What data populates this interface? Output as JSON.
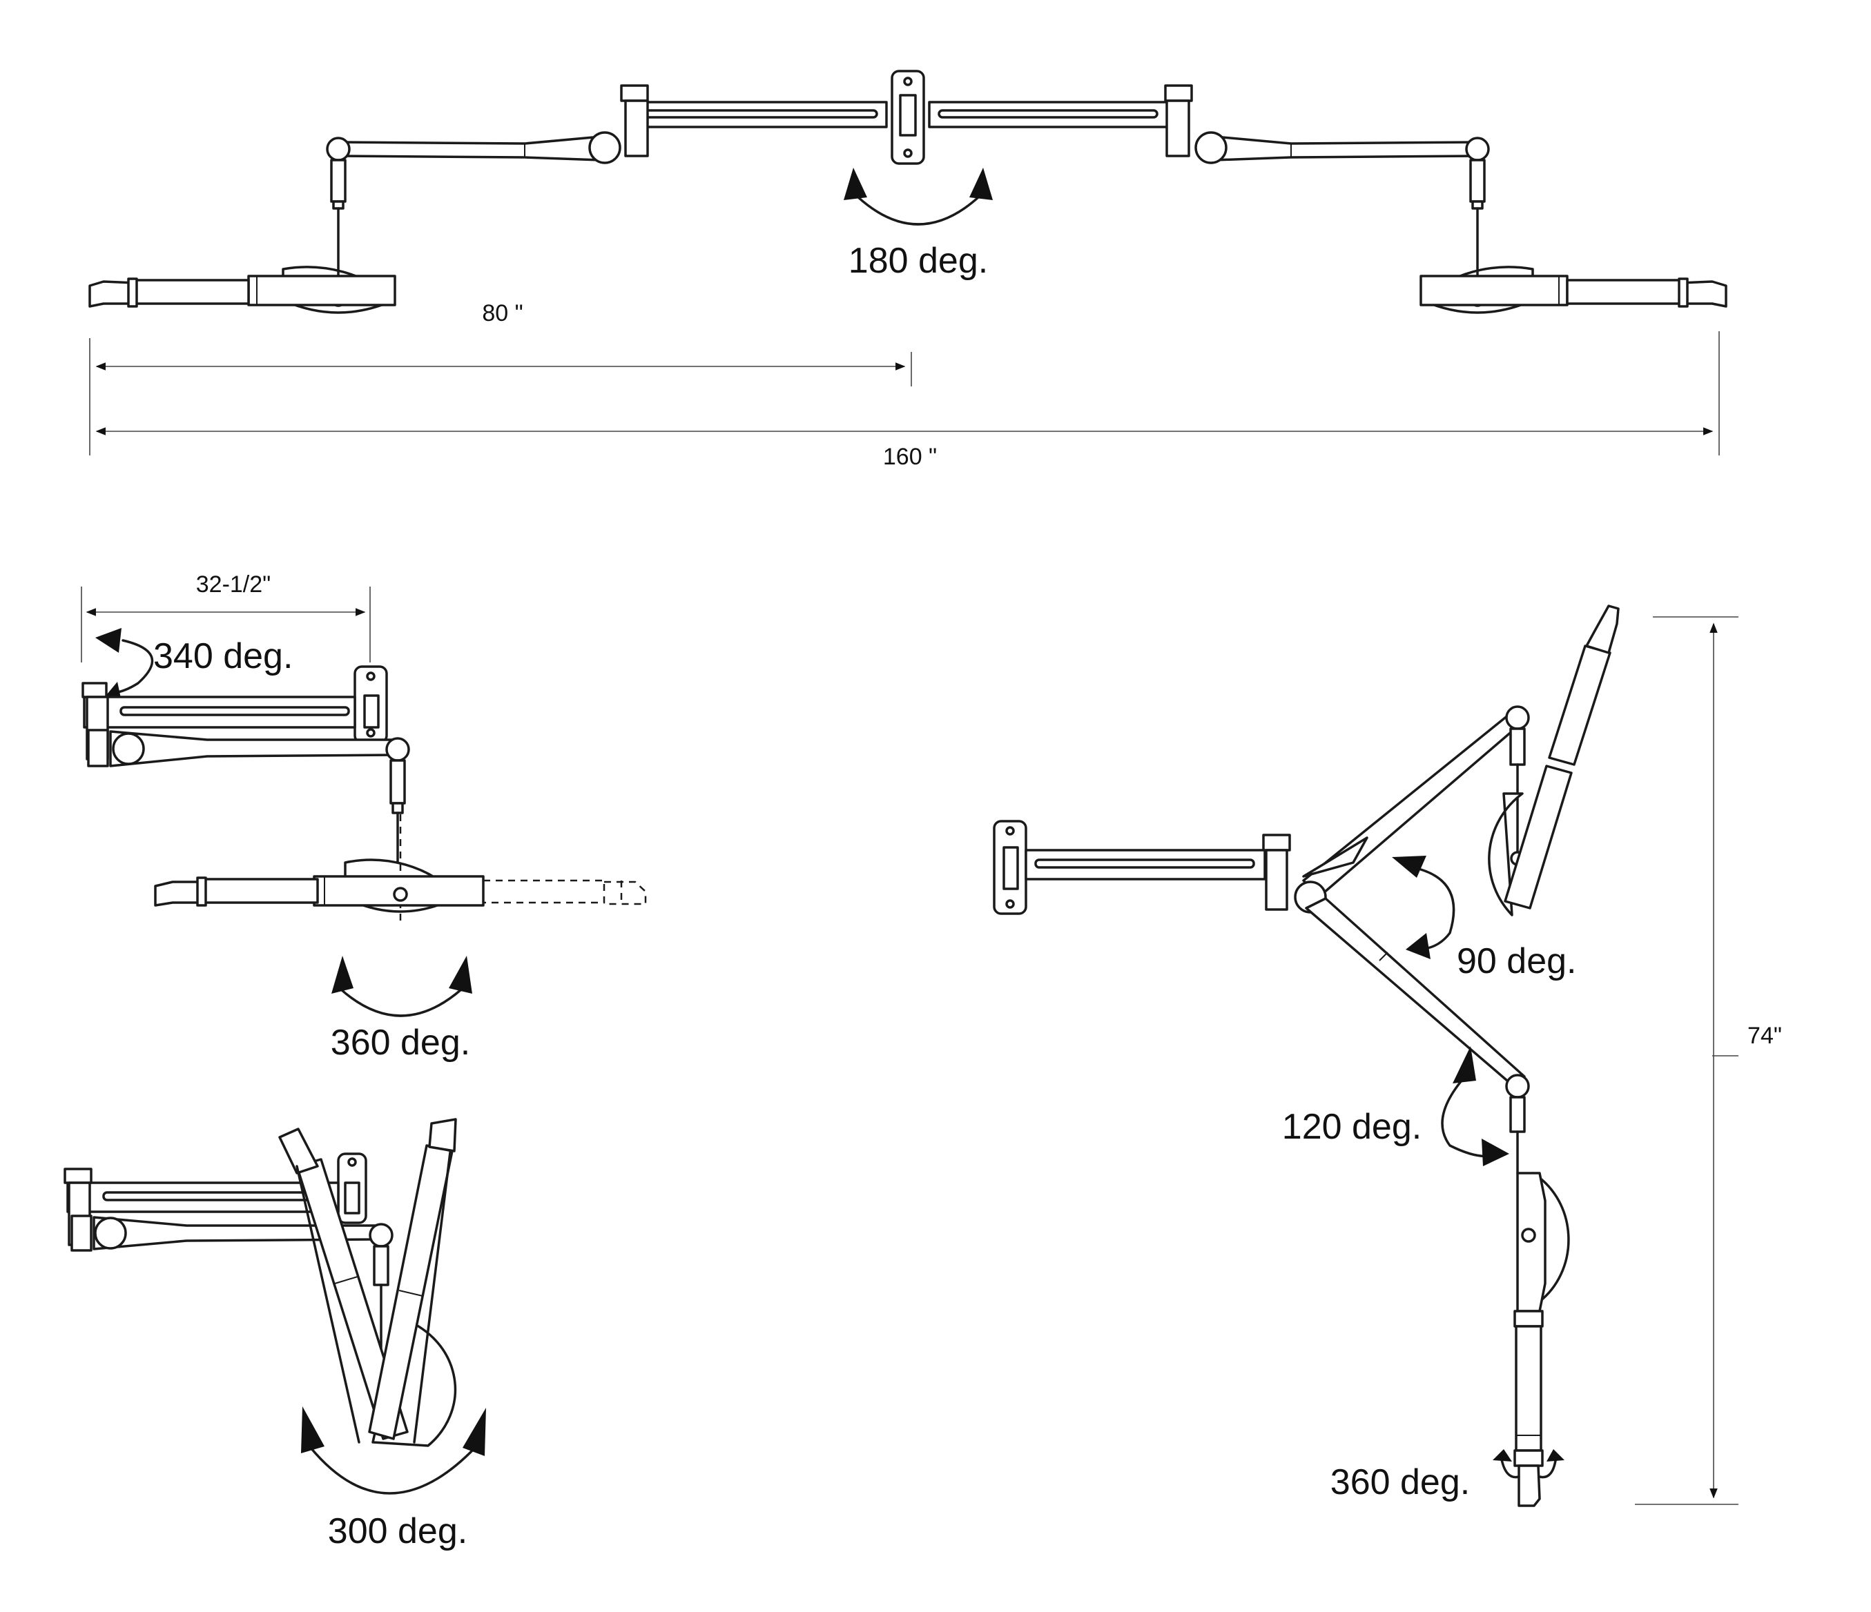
{
  "views": {
    "top": {
      "rotation_label": "180 deg.",
      "dim_half": "80 \"",
      "dim_full": "160 \""
    },
    "mid_left": {
      "dim_reach": "32-1/2\"",
      "rotation_arm": "340 deg.",
      "rotation_head": "360 deg."
    },
    "bottom_left": {
      "rotation_label": "300 deg."
    },
    "right": {
      "dim_height": "74\"",
      "rotation_upper": "90 deg.",
      "rotation_lower": "120 deg.",
      "rotation_handle": "360 deg."
    }
  }
}
